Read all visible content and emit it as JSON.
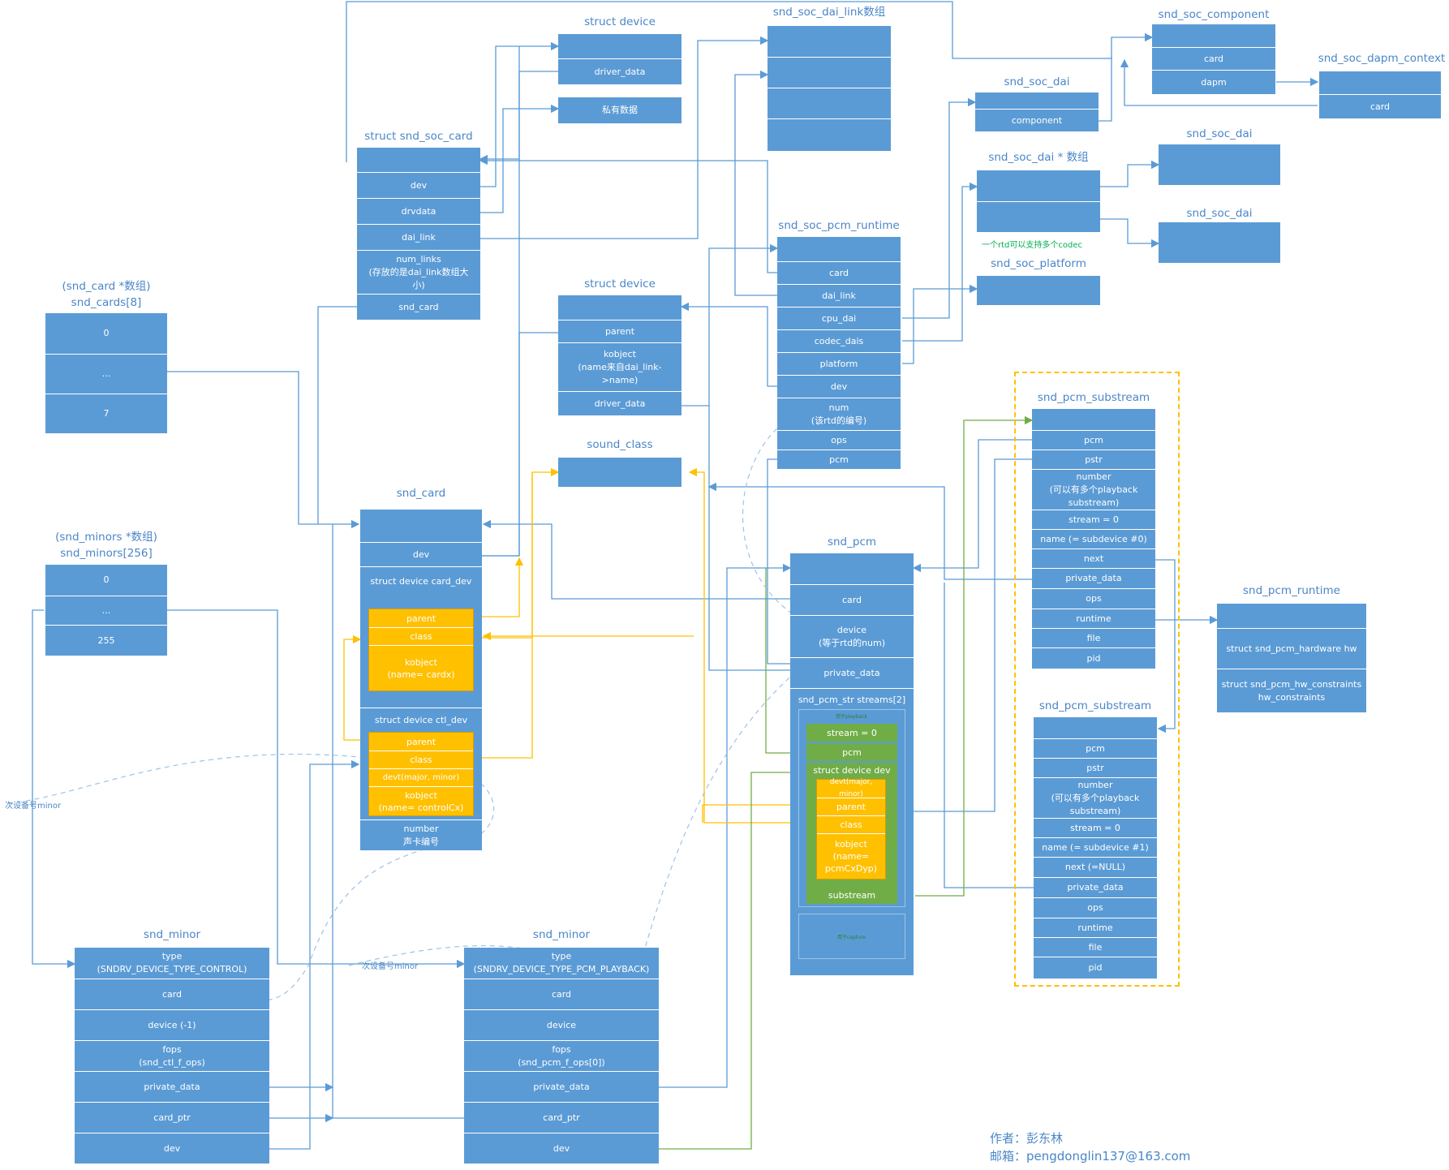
{
  "card_dev": {
    "title": "struct device",
    "rows": [
      "",
      "driver_data"
    ]
  },
  "private_data_box": {
    "label": "私有数据"
  },
  "dai_link_array": {
    "title": "snd_soc_dai_link数组"
  },
  "soc_component": {
    "title": "snd_soc_component",
    "rows": [
      "",
      "card",
      "dapm"
    ]
  },
  "dapm_context": {
    "title": "snd_soc_dapm_context",
    "rows": [
      "",
      "card"
    ]
  },
  "soc_dai_top": {
    "title": "snd_soc_dai",
    "rows": [
      "",
      "component"
    ]
  },
  "soc_dai_ptr_array": {
    "title": "snd_soc_dai * 数组",
    "note": "一个rtd可以支持多个codec"
  },
  "soc_dai_a": {
    "title": "snd_soc_dai"
  },
  "soc_dai_b": {
    "title": "snd_soc_dai"
  },
  "soc_platform": {
    "title": "snd_soc_platform"
  },
  "soc_card": {
    "title": "struct snd_soc_card",
    "rows": [
      "",
      "dev",
      "drvdata",
      "dai_link",
      "num_links\n(存放的是dai_link数组大\n小)",
      "snd_card"
    ]
  },
  "pcm_runtime": {
    "title": "snd_soc_pcm_runtime",
    "rows": [
      "",
      "card",
      "dai_link",
      "cpu_dai",
      "codec_dais",
      "platform",
      "dev",
      "num\n(该rtd的编号)",
      "ops",
      "pcm"
    ]
  },
  "rtd_dev": {
    "title": "struct device",
    "rows": [
      "",
      "parent",
      "kobject\n(name来自dai_link-\n>name)",
      "driver_data"
    ]
  },
  "sound_class": {
    "title": "sound_class"
  },
  "snd_cards": {
    "title": "(snd_card *数组)\nsnd_cards[8]",
    "rows": [
      "0",
      "...",
      "7"
    ]
  },
  "snd_minors": {
    "title": "(snd_minors *数组)\nsnd_minors[256]",
    "rows": [
      "0",
      "...",
      "255"
    ]
  },
  "snd_card": {
    "title": "snd_card",
    "dev": "dev",
    "card_dev_label": "struct device card_dev",
    "card_dev_fields": [
      "parent",
      "class",
      "kobject\n(name= cardx)"
    ],
    "ctl_dev_label": "struct device ctl_dev",
    "ctl_dev_fields": [
      "parent",
      "class",
      "devt(major, minor)",
      "kobject\n(name= controlCx)"
    ],
    "number": "number\n声卡编号"
  },
  "minor_note": "次设备号minor",
  "minor_note2": "次设备号minor",
  "snd_minor_ctl": {
    "title": "snd_minor",
    "rows": [
      "type\n(SNDRV_DEVICE_TYPE_CONTROL)",
      "card",
      "device (-1)",
      "fops\n(snd_ctl_f_ops)",
      "private_data",
      "card_ptr",
      "dev"
    ]
  },
  "snd_minor_pcm": {
    "title": "snd_minor",
    "rows": [
      "type\n(SNDRV_DEVICE_TYPE_PCM_PLAYBACK)",
      "card",
      "device",
      "fops\n(snd_pcm_f_ops[0])",
      "private_data",
      "card_ptr",
      "dev"
    ]
  },
  "snd_pcm": {
    "title": "snd_pcm",
    "rows": [
      "",
      "card",
      "device\n(等于rtd的num)",
      "private_data",
      "snd_pcm_str streams[2]"
    ],
    "playback_tag": "用于playback",
    "capture_tag": "用于capture",
    "stream0": "stream = 0",
    "pcm": "pcm",
    "dev_label": "struct device dev",
    "dev_fields": [
      "devt(major, minor)",
      "parent",
      "class",
      "kobject\n(name=\npcmCxDyp)"
    ],
    "substream": "substream"
  },
  "substream0": {
    "title": "snd_pcm_substream",
    "rows": [
      "",
      "pcm",
      "pstr",
      "number\n(可以有多个playback substream)",
      "stream = 0",
      "name (= subdevice #0)",
      "next",
      "private_data",
      "ops",
      "runtime",
      "file",
      "pid"
    ]
  },
  "substream1": {
    "title": "snd_pcm_substream",
    "rows": [
      "",
      "pcm",
      "pstr",
      "number\n(可以有多个playback substream)",
      "stream = 0",
      "name (= subdevice #1)",
      "next (=NULL)",
      "private_data",
      "ops",
      "runtime",
      "file",
      "pid"
    ]
  },
  "snd_pcm_runtime": {
    "title": "snd_pcm_runtime",
    "rows": [
      "",
      "struct snd_pcm_hardware hw",
      "struct snd_pcm_hw_constraints\nhw_constraints"
    ]
  },
  "author": {
    "name": "作者：彭东林",
    "email": "邮箱：pengdonglin137@163.com"
  },
  "colors": {
    "box": "#5b9bd5",
    "title": "#4a86c8",
    "wire": "#5b9bd5",
    "kobj": "#ffc000",
    "green": "#70ad47",
    "note_green": "#00b050",
    "dashed": "#9dc3e6"
  }
}
